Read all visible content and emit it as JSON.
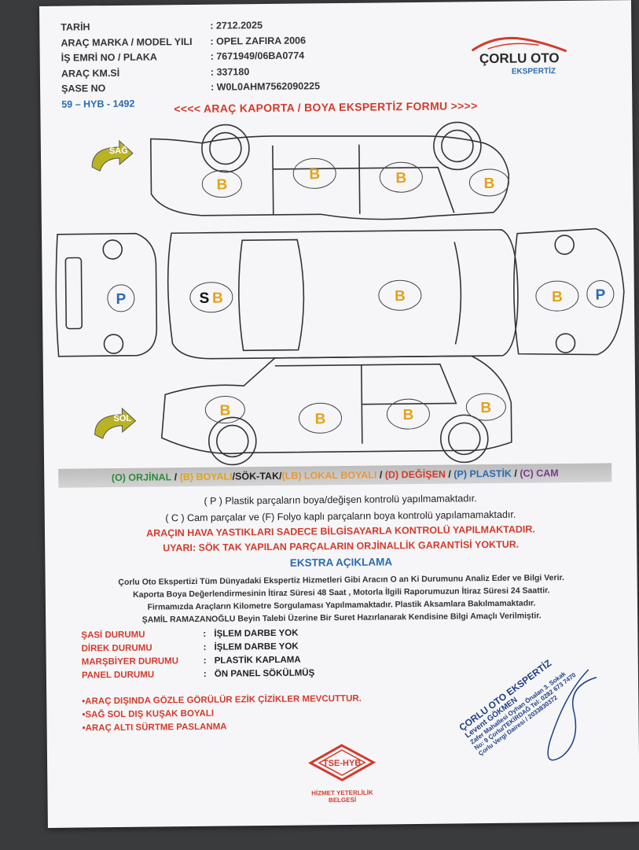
{
  "header": {
    "rows": [
      {
        "label": "TARİH",
        "value": ": 2712.2025"
      },
      {
        "label": "ARAÇ MARKA / MODEL YILI",
        "value": ": OPEL ZAFIRA 2006"
      },
      {
        "label": "İŞ EMRİ NO / PLAKA",
        "value": ": 7671949/06BA0774"
      },
      {
        "label": "ARAÇ KM.Sİ",
        "value": ": 337180"
      },
      {
        "label": "ŞASE NO",
        "value": ": W0L0AHM7562090225"
      }
    ],
    "code": "59 – HYB - 1492"
  },
  "logo": {
    "name": "ÇORLU OTO",
    "sub": "EKSPERTİZ"
  },
  "form_title": "<<<<  ARAÇ KAPORTA / BOYA EKSPERTİZ  FORMU  >>>>",
  "diagram": {
    "right_label": "SAĞ",
    "left_label": "SOL",
    "marks": {
      "right_front_fender": "B",
      "right_front_door": "B",
      "right_rear_door": "B",
      "right_rear_fender": "B",
      "front_bumper": "P",
      "hood_s": "S",
      "hood_b": "B",
      "roof": "B",
      "trunk": "B",
      "rear_bumper": "P",
      "left_front_fender": "B",
      "left_front_door": "B",
      "left_rear_door": "B",
      "left_rear_fender": "B"
    },
    "colors": {
      "boyali": "#e3a21a",
      "plastik": "#2a6bb0",
      "sokulmus": "#111111"
    }
  },
  "legend": {
    "orjinal": "(O) ORJİNAL",
    "slash1": " / ",
    "boyali": "(B) BOYALI",
    "sok": " /SÖK-TAK/",
    "lokal": "(LB) LOKAL BOYALI",
    "slash2": " / ",
    "degisen": "(D) DEĞİŞEN",
    "slash3": " / ",
    "plastik": "(P) PLASTİK",
    "slash4": " / ",
    "cam": "(C) CAM"
  },
  "notes": {
    "line1": "( P )  Plastik parçaların boya/değişen kontrolü yapılmamaktadır.",
    "line2": "( C ) Cam parçalar ve (F) Folyo kaplı parçaların boya  kontrolü yapılamamaktadır.",
    "line3": "ARAÇIN HAVA YASTIKLARI SADECE BİLGİSAYARLA KONTROLÜ YAPILMAKTADIR.",
    "line4": "UYARI: SÖK TAK YAPILAN PARÇALARIN ORJİNALLİK GARANTİSİ YOKTUR.",
    "heading": "EKSTRA AÇIKLAMA",
    "expl1": "Çorlu Oto Ekspertizi Tüm Dünyadaki Ekspertiz Hizmetleri Gibi Aracın O an Ki Durumunu Analiz Eder ve Bilgi Verir.",
    "expl2": "Kaporta Boya Değerlendirmesinin İtiraz Süresi 48 Saat , Motorla İlgili Raporumuzun İtiraz Süresi 24 Saattir.",
    "expl3": "Firmamızda Araçların Kilometre Sorgulaması Yapılmamaktadır. Plastik Aksamlara Bakılmamaktadır.",
    "expl4": "ŞAMİL RAMAZANOĞLU  Beyin Talebi Üzerine Bir Suret Hazırlanarak Kendisine Bilgi Amaçlı Verilmiştir."
  },
  "status": [
    {
      "key": "ŞASİ DURUMU",
      "sep": ":",
      "value": "İŞLEM DARBE YOK"
    },
    {
      "key": "DİREK DURUMU",
      "sep": ":",
      "value": "İŞLEM DARBE YOK"
    },
    {
      "key": "MARŞBİYER DURUMU",
      "sep": ":",
      "value": "PLASTİK KAPLAMA"
    },
    {
      "key": "PANEL DURUMU",
      "sep": ":",
      "value": "ÖN PANEL SÖKÜLMÜŞ"
    }
  ],
  "remarks": [
    "•ARAÇ DIŞINDA GÖZLE GÖRÜLÜR EZİK ÇİZİKLER MEVCUTTUR.",
    "•SAĞ SOL DIŞ KUŞAK BOYALI",
    "•ARAÇ ALTI SÜRTME PASLANMA"
  ],
  "tse": {
    "mark": "TSE-HYB",
    "line1": "HİZMET YETERLİLİK",
    "line2": "BELGESİ"
  },
  "stamp": {
    "title": "ÇORLU OTO EKSPERTİZ",
    "name": "Levent GÖKMEN",
    "addr1": "Zafer Mahallesi Oyhan Önalan 3. Sokak",
    "addr2": "No: 9 Çorlu/TEKİRDAĞ Tel: 0282 673 7470",
    "addr3": "Çorlu Vergi Dairesi / 2033830372"
  }
}
